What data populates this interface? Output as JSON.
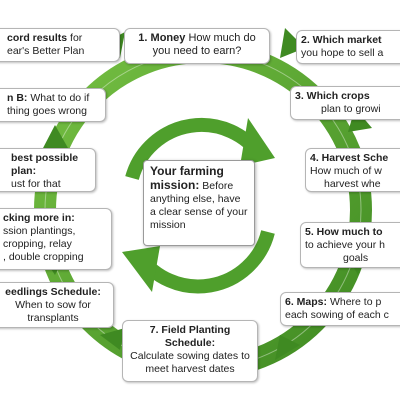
{
  "colors": {
    "arrow_green": "#5aa932",
    "arrow_dark": "#3f8a22",
    "box_border": "#b5b5b5",
    "text": "#222222"
  },
  "center": {
    "title": "Your farming mission:",
    "text": "Before anything else, have a clear sense of your mission"
  },
  "steps": [
    {
      "id": "1",
      "title": "1. Money",
      "text": "How much do you need to earn?"
    },
    {
      "id": "2",
      "title": "2. Which market",
      "text": "you hope to sell a"
    },
    {
      "id": "3",
      "title": "3. Which crops",
      "text": "plan to growi"
    },
    {
      "id": "4",
      "title": "4. Harvest Sche",
      "text_l1": "How much of w",
      "text_l2": "harvest whe"
    },
    {
      "id": "5",
      "title": "5. How much to",
      "text_l1": "to achieve your h",
      "text_l2": "goals"
    },
    {
      "id": "6",
      "title": "6. Maps:",
      "text_l1": "Where to p",
      "text_l2": "each sowing of each c"
    },
    {
      "id": "7",
      "title": "7. Field Planting Schedule:",
      "text": "Calculate sowing dates to meet harvest dates"
    },
    {
      "id": "8",
      "title": "eedlings Schedule:",
      "text": "When to sow for transplants"
    },
    {
      "id": "9",
      "title": "cking more in:",
      "l1": "ssion plantings,",
      "l2": "cropping, relay",
      "l3": ", double cropping"
    },
    {
      "id": "10",
      "title": "best possible plan:",
      "text": "ust for that"
    },
    {
      "id": "11",
      "title": "n B:",
      "text_l1": "What to do if",
      "text_l2": "thing goes wrong"
    },
    {
      "id": "12",
      "title": "cord results",
      "text_l1": "for",
      "text_l2": "ear's Better Plan"
    }
  ]
}
